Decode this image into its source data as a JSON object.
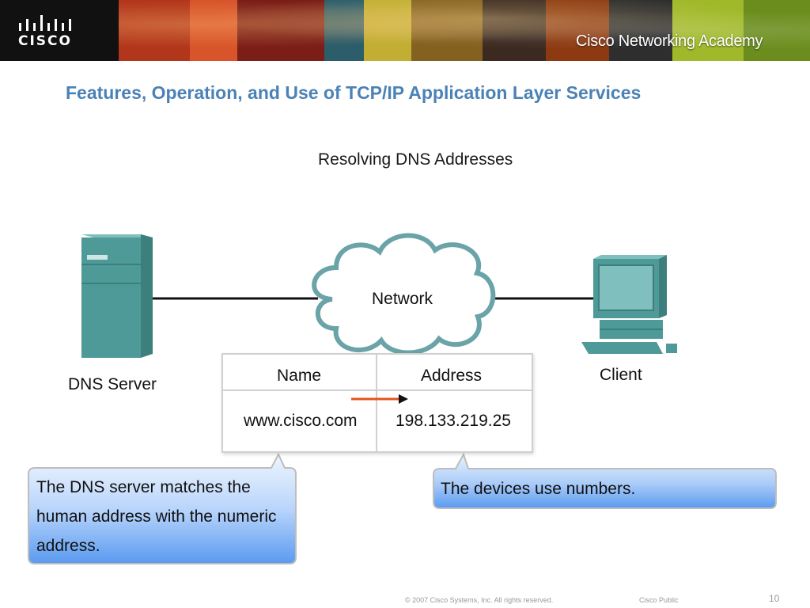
{
  "header": {
    "logo_text": "CISCO",
    "academy_text": "Cisco Networking Academy"
  },
  "slide": {
    "title": "Features, Operation, and Use of TCP/IP Application Layer Services"
  },
  "diagram": {
    "title": "Resolving DNS Addresses",
    "server_label": "DNS Server",
    "client_label": "Client",
    "network_label": "Network",
    "table": {
      "header_name": "Name",
      "header_address": "Address",
      "row_name": "www.cisco.com",
      "row_address": "198.133.219.25"
    },
    "callout_left": {
      "line1": "The DNS server matches the",
      "line2": "human address with the numeric",
      "line3": "address."
    },
    "callout_right": "The devices use numbers.",
    "colors": {
      "device": "#4e9a98",
      "cloud_stroke": "#6aa3a8",
      "arrow": "#e2551b",
      "callout_top": "#e9f2fd",
      "callout_bottom": "#5a9af0",
      "title": "#4b82b5"
    }
  },
  "footer": {
    "copyright": "© 2007 Cisco Systems, Inc. All rights reserved.",
    "classification": "Cisco Public",
    "page_number": "10"
  }
}
